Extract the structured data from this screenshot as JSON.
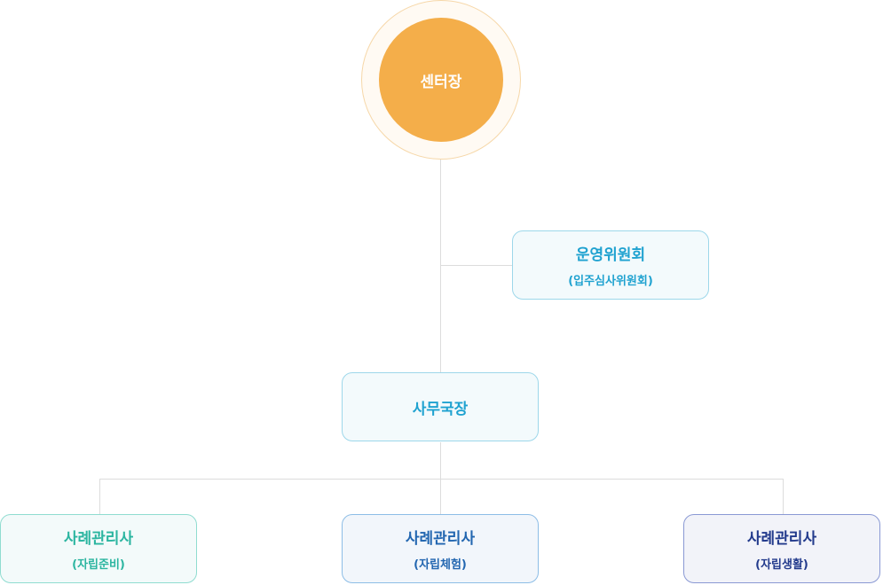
{
  "head": {
    "label": "센터장"
  },
  "committee": {
    "title": "운영위원회",
    "subtitle": "(입주심사위원회)"
  },
  "director": {
    "title": "사무국장"
  },
  "managers": [
    {
      "title": "사례관리사",
      "subtitle": "(자립준비)",
      "color": "#2bb5a0"
    },
    {
      "title": "사례관리사",
      "subtitle": "(자립체험)",
      "color": "#2266b0"
    },
    {
      "title": "사례관리사",
      "subtitle": "(자립생활)",
      "color": "#223a8c"
    }
  ]
}
